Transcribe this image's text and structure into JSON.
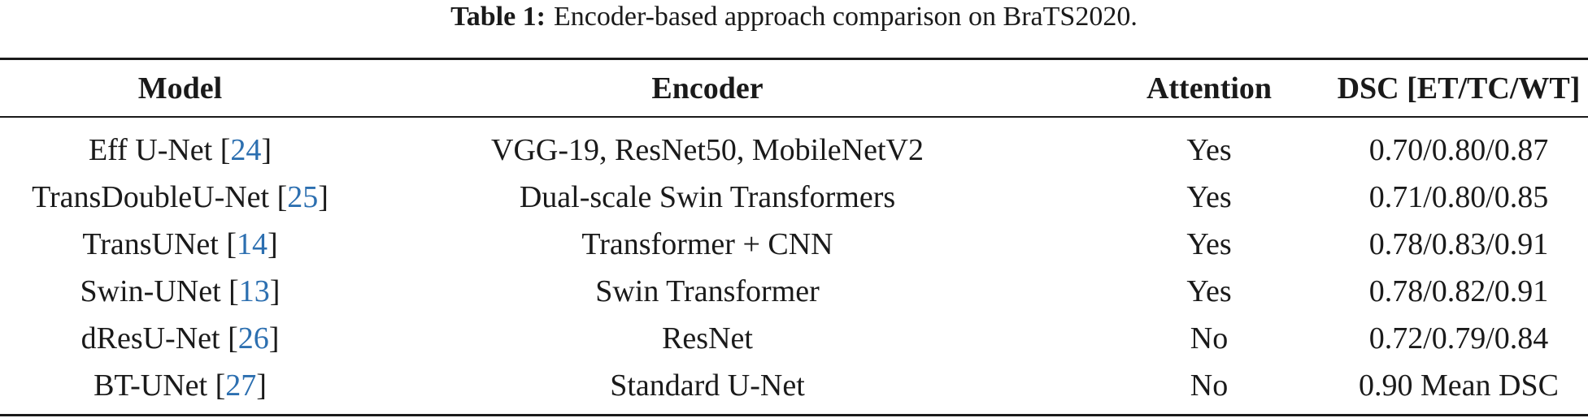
{
  "caption": {
    "label": "Table 1:",
    "text": "Encoder-based approach comparison on BraTS2020."
  },
  "table": {
    "columns": [
      "Model",
      "Encoder",
      "Attention",
      "DSC [ET/TC/WT]"
    ],
    "rows": [
      {
        "model": "Eff U-Net",
        "ref": "24",
        "encoder": "VGG-19, ResNet50, MobileNetV2",
        "attention": "Yes",
        "dsc": "0.70/0.80/0.87"
      },
      {
        "model": "TransDoubleU-Net",
        "ref": "25",
        "encoder": "Dual-scale Swin Transformers",
        "attention": "Yes",
        "dsc": "0.71/0.80/0.85"
      },
      {
        "model": "TransUNet",
        "ref": "14",
        "encoder": "Transformer + CNN",
        "attention": "Yes",
        "dsc": "0.78/0.83/0.91"
      },
      {
        "model": "Swin-UNet",
        "ref": "13",
        "encoder": "Swin Transformer",
        "attention": "Yes",
        "dsc": "0.78/0.82/0.91"
      },
      {
        "model": "dResU-Net",
        "ref": "26",
        "encoder": "ResNet",
        "attention": "No",
        "dsc": "0.72/0.79/0.84"
      },
      {
        "model": "BT-UNet",
        "ref": "27",
        "encoder": "Standard U-Net",
        "attention": "No",
        "dsc": "0.90 Mean DSC"
      }
    ]
  },
  "colors": {
    "text": "#1a1a1a",
    "citation_link": "#2c6fb0",
    "background": "#ffffff"
  }
}
